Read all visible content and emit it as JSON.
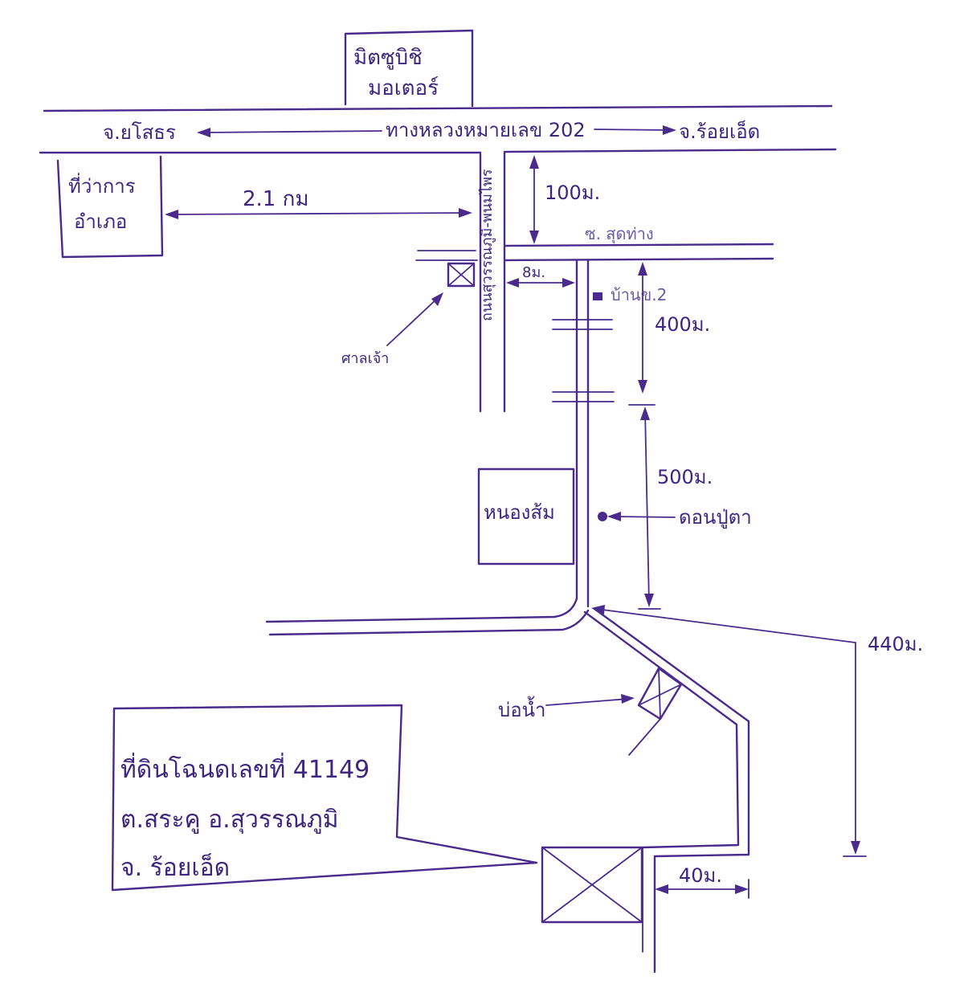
{
  "labels": {
    "mitsubishi": [
      "มิตซูบิชิ",
      "มอเตอร์"
    ],
    "to_yasothon": "จ.ยโสธร",
    "highway": "ทางหลวงหมายเลข 202",
    "to_roiet": "จ.ร้อยเอ็ด",
    "district_office": [
      "ที่ว่าการ",
      "อำเภอ"
    ],
    "dist_2_1km": "2.1 กม",
    "dist_100m": "100ม.",
    "soi_side_road": "ซ. สุดท่าง",
    "vertical_road": "ถนนสุวรรณภูมิ-พนมไพร",
    "dist_8m": "8ม.",
    "house_2": "บ้านข.2",
    "dist_400m": "400ม.",
    "shrine": "ศาลเจ้า",
    "dist_500m": "500ม.",
    "nong_som": "หนองส้ม",
    "don_pu_ta": "ดอนปู่ตา",
    "dist_440m": "440ม.",
    "water_pond": "บ่อน้ำ",
    "land_title": [
      "ที่ดินโฉนดเลขที่ 41149",
      "ต.สระคู   อ.สุวรรณภูมิ",
      "จ. ร้อยเอ็ด"
    ],
    "dist_40m": "40ม."
  },
  "colors": {
    "ink": "#4a2a8c",
    "ink_light": "#6a5aa8",
    "paper": "#ffffff"
  }
}
